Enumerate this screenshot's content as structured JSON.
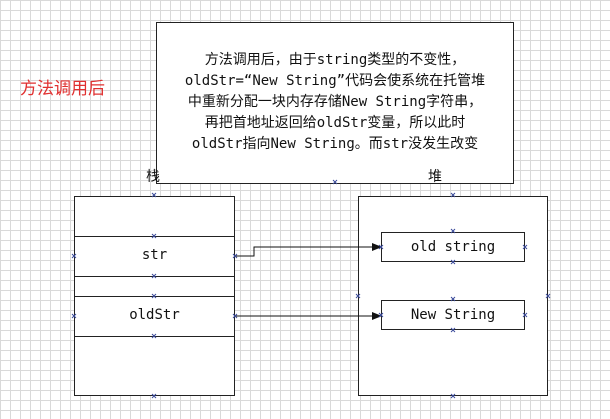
{
  "side_title": "方法调用后",
  "note_lines": [
    "方法调用后，由于string类型的不变性，",
    "oldStr=“New String”代码会使系统在托管堆",
    "中重新分配一块内存存储New String字符串，",
    "再把首地址返回给oldStr变量，所以此时",
    "oldStr指向New String。而str没发生改变"
  ],
  "stack_label": "栈",
  "heap_label": "堆",
  "stack_cells": {
    "str": "str",
    "oldStr": "oldStr"
  },
  "heap_items": {
    "old": "old string",
    "new": "New String"
  }
}
